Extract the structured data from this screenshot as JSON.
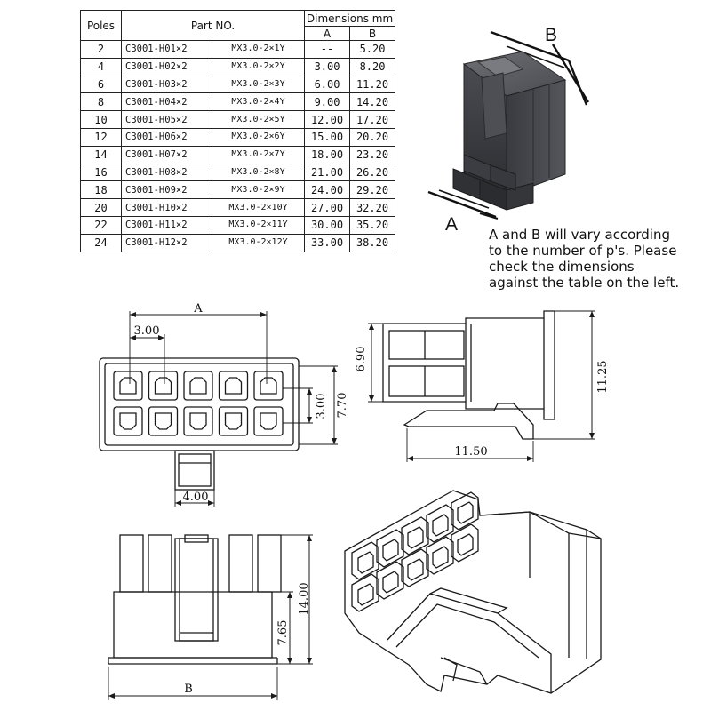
{
  "table": {
    "headers": {
      "poles": "Poles",
      "part_no": "Part NO.",
      "dimensions": "Dimensions mm",
      "a": "A",
      "b": "B"
    },
    "rows": [
      {
        "poles": "2",
        "housing": "C3001-H01×2",
        "code": "MX3.0-2×1Y",
        "a": "--",
        "b": "5.20"
      },
      {
        "poles": "4",
        "housing": "C3001-H02×2",
        "code": "MX3.0-2×2Y",
        "a": "3.00",
        "b": "8.20"
      },
      {
        "poles": "6",
        "housing": "C3001-H03×2",
        "code": "MX3.0-2×3Y",
        "a": "6.00",
        "b": "11.20"
      },
      {
        "poles": "8",
        "housing": "C3001-H04×2",
        "code": "MX3.0-2×4Y",
        "a": "9.00",
        "b": "14.20"
      },
      {
        "poles": "10",
        "housing": "C3001-H05×2",
        "code": "MX3.0-2×5Y",
        "a": "12.00",
        "b": "17.20"
      },
      {
        "poles": "12",
        "housing": "C3001-H06×2",
        "code": "MX3.0-2×6Y",
        "a": "15.00",
        "b": "20.20"
      },
      {
        "poles": "14",
        "housing": "C3001-H07×2",
        "code": "MX3.0-2×7Y",
        "a": "18.00",
        "b": "23.20"
      },
      {
        "poles": "16",
        "housing": "C3001-H08×2",
        "code": "MX3.0-2×8Y",
        "a": "21.00",
        "b": "26.20"
      },
      {
        "poles": "18",
        "housing": "C3001-H09×2",
        "code": "MX3.0-2×9Y",
        "a": "24.00",
        "b": "29.20"
      },
      {
        "poles": "20",
        "housing": "C3001-H10×2",
        "code": "MX3.0-2×10Y",
        "a": "27.00",
        "b": "32.20"
      },
      {
        "poles": "22",
        "housing": "C3001-H11×2",
        "code": "MX3.0-2×11Y",
        "a": "30.00",
        "b": "35.20"
      },
      {
        "poles": "24",
        "housing": "C3001-H12×2",
        "code": "MX3.0-2×12Y",
        "a": "33.00",
        "b": "38.20"
      }
    ]
  },
  "photo": {
    "label_a": "A",
    "label_b": "B"
  },
  "note": {
    "lines": [
      "A and B will vary according",
      "to the number of p's. Please",
      "check the dimensions",
      "against the table on the left."
    ]
  },
  "front_view": {
    "dim_a_label": "A",
    "dim_pitch": "3.00",
    "dim_row_pitch": "3.00",
    "dim_height": "7.70",
    "dim_latch_width": "4.00"
  },
  "side_view": {
    "dim_cavity_height": "6.90",
    "dim_overall_height": "11.25",
    "dim_length": "11.50"
  },
  "bottom_view": {
    "dim_b_label": "B",
    "dim_overall": "14.00",
    "dim_body": "7.65"
  },
  "colors": {
    "line": "#1a1a1a",
    "housing_dark": "#3a3a3d",
    "housing_mid": "#56575b",
    "housing_light": "#75767a"
  }
}
